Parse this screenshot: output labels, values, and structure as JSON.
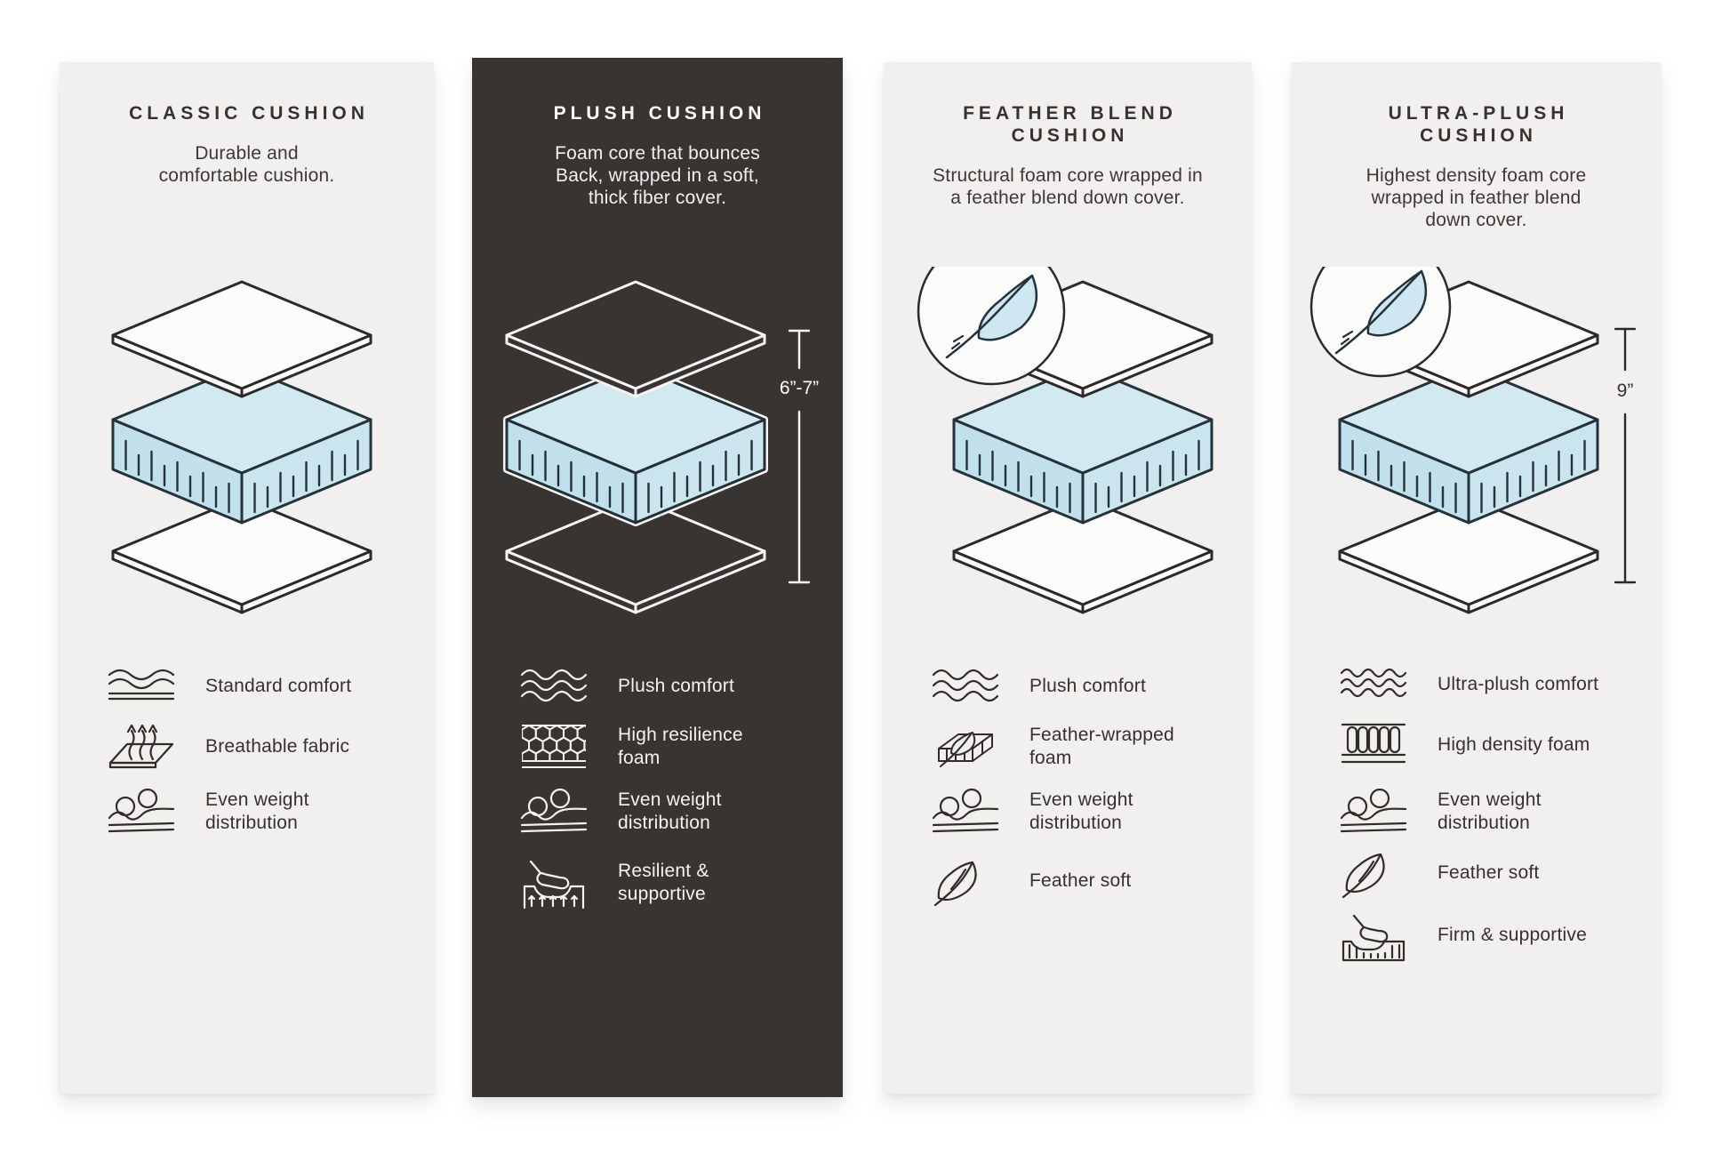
{
  "page": {
    "background": "#ffffff"
  },
  "colors": {
    "light_card_bg": "#f1f0ee",
    "dark_card_bg": "#383431",
    "ink": "#34302d",
    "foam_blue": "#cde7f1",
    "foam_outline": "#24323b"
  },
  "cards": [
    {
      "name": "classic-cushion",
      "theme": "light",
      "title_lines": [
        "CLASSIC CUSHION"
      ],
      "description_lines": [
        "Durable and",
        "comfortable cushion."
      ],
      "features": [
        {
          "icon": "waves-standard-icon",
          "label_lines": [
            "Standard comfort"
          ]
        },
        {
          "icon": "breathable-fabric-icon",
          "label_lines": [
            "Breathable fabric"
          ]
        },
        {
          "icon": "even-weight-icon",
          "label_lines": [
            "Even weight",
            "distribution"
          ]
        }
      ]
    },
    {
      "name": "plush-cushion",
      "theme": "dark",
      "title_lines": [
        "PLUSH CUSHION"
      ],
      "description_lines": [
        "Foam core that bounces",
        "Back, wrapped in a soft,",
        "thick fiber cover."
      ],
      "dimension_label": "6”-7”",
      "features": [
        {
          "icon": "waves-plush-icon",
          "label_lines": [
            "Plush comfort"
          ]
        },
        {
          "icon": "honeycomb-foam-icon",
          "label_lines": [
            "High resilience",
            "foam"
          ]
        },
        {
          "icon": "even-weight-icon",
          "label_lines": [
            "Even weight",
            "distribution"
          ]
        },
        {
          "icon": "resilient-support-icon",
          "label_lines": [
            "Resilient &",
            "supportive"
          ]
        }
      ]
    },
    {
      "name": "feather-blend-cushion",
      "theme": "light",
      "title_lines": [
        "FEATHER BLEND",
        "CUSHION"
      ],
      "description_lines": [
        "Structural foam core wrapped in",
        "a feather blend down cover."
      ],
      "feather_badge": true,
      "features": [
        {
          "icon": "waves-plush-icon",
          "label_lines": [
            "Plush comfort"
          ]
        },
        {
          "icon": "feather-foam-icon",
          "label_lines": [
            "Feather-wrapped",
            "foam"
          ]
        },
        {
          "icon": "even-weight-icon",
          "label_lines": [
            "Even weight",
            "distribution"
          ]
        },
        {
          "icon": "feather-icon",
          "label_lines": [
            "Feather soft"
          ]
        }
      ]
    },
    {
      "name": "ultra-plush-cushion",
      "theme": "light",
      "title_lines": [
        "ULTRA-PLUSH",
        "CUSHION"
      ],
      "description_lines": [
        "Highest density foam core",
        "wrapped in feather blend",
        "down cover."
      ],
      "feather_badge": true,
      "dimension_label": "9”",
      "features": [
        {
          "icon": "waves-ultra-icon",
          "label_lines": [
            "Ultra-plush comfort"
          ]
        },
        {
          "icon": "density-foam-icon",
          "label_lines": [
            "High density foam"
          ]
        },
        {
          "icon": "even-weight-icon",
          "label_lines": [
            "Even weight",
            "distribution"
          ]
        },
        {
          "icon": "feather-icon",
          "label_lines": [
            "Feather soft"
          ]
        },
        {
          "icon": "firm-support-icon",
          "label_lines": [
            "Firm & supportive"
          ]
        }
      ]
    }
  ]
}
